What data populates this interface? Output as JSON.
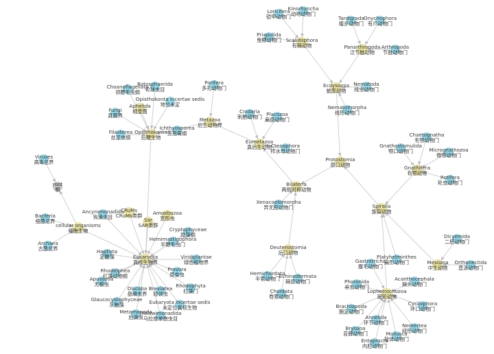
{
  "colors": {
    "leaf": "#8ed3e4",
    "group": "#e7df9b",
    "root": "#bdbdbd",
    "edge": "#cfcfcf",
    "text": "#333333"
  },
  "nodes": [
    {
      "id": "root",
      "en": "root",
      "zh": "根",
      "kind": "root"
    },
    {
      "id": "viruses",
      "en": "Viruses",
      "zh": "病毒总界",
      "kind": "leaf"
    },
    {
      "id": "cellular",
      "en": "cellular organisms",
      "zh": "细胞生物",
      "kind": "group"
    },
    {
      "id": "bacteria",
      "en": "Bacteria",
      "zh": "细菌总界",
      "kind": "leaf"
    },
    {
      "id": "archaea",
      "en": "Archaea",
      "zh": "古菌总界",
      "kind": "leaf"
    },
    {
      "id": "eukaryota",
      "en": "Eukaryota",
      "zh": "真核生物界",
      "kind": "group"
    },
    {
      "id": "haptista",
      "en": "Haptista",
      "zh": "定鞭藻",
      "kind": "leaf"
    },
    {
      "id": "apusozoa",
      "en": "Apusozoa",
      "zh": "无根虫",
      "kind": "leaf"
    },
    {
      "id": "glaucocystophyceae",
      "en": "Glaucocystophyceae",
      "zh": "灰胞藻",
      "kind": "leaf"
    },
    {
      "id": "metamonada",
      "en": "Metamonada",
      "zh": "后滴虫",
      "kind": "leaf"
    },
    {
      "id": "malawimonadida",
      "en": "Malawimonadida",
      "zh": "马拉维单胞虫目",
      "kind": "leaf"
    },
    {
      "id": "discoba",
      "en": "Discoba",
      "zh": "盘嵴虫界",
      "kind": "leaf"
    },
    {
      "id": "rhodelphea",
      "en": "Rhodelphea",
      "zh": "红藻动物纲",
      "kind": "leaf"
    },
    {
      "id": "breviatea",
      "en": "Breviatea",
      "zh": "短领虫",
      "kind": "leaf"
    },
    {
      "id": "eukincert",
      "en": "Eukaryota incertae sedis",
      "zh": "未定位真核生物",
      "kind": "leaf"
    },
    {
      "id": "rhodophyta",
      "en": "Rhodophyta",
      "zh": "红藻门",
      "kind": "leaf"
    },
    {
      "id": "provora",
      "en": "Provora",
      "zh": "原食虫",
      "kind": "leaf"
    },
    {
      "id": "viridiplantae",
      "en": "Viridiplantae",
      "zh": "绿色植物界",
      "kind": "leaf"
    },
    {
      "id": "hemimastigophora",
      "en": "Hemimastigophora",
      "zh": "半鞭毛虫门",
      "kind": "leaf"
    },
    {
      "id": "cryptophyceae",
      "en": "Cryptophyceae",
      "zh": "隐藻纲",
      "kind": "leaf"
    },
    {
      "id": "ancyromonadida",
      "en": "Ancyromonadida",
      "zh": "钩滴虫目",
      "kind": "leaf"
    },
    {
      "id": "crums",
      "en": "CRuMs",
      "zh": "CRuMs类群",
      "kind": "group"
    },
    {
      "id": "sar",
      "en": "Sar",
      "zh": "SAR类群",
      "kind": "group"
    },
    {
      "id": "amoebozoa",
      "en": "Amoebozoa",
      "zh": "变形虫",
      "kind": "group"
    },
    {
      "id": "opisthokonta",
      "en": "Opisthokonta",
      "zh": "后鞭生物",
      "kind": "group"
    },
    {
      "id": "filasterea",
      "en": "Filasterea",
      "zh": "丝足虫纲",
      "kind": "leaf"
    },
    {
      "id": "fungi",
      "en": "Fungi",
      "zh": "真菌界",
      "kind": "leaf"
    },
    {
      "id": "aphelida",
      "en": "Aphelida",
      "zh": "蛙壶菌",
      "kind": "group"
    },
    {
      "id": "choanoflagellata",
      "en": "Choanoflagellata",
      "zh": "领鞭毛虫纲",
      "kind": "leaf"
    },
    {
      "id": "rotosphaerida",
      "en": "Rotosphaerida",
      "zh": "轮球虫目",
      "kind": "leaf"
    },
    {
      "id": "opisincert",
      "en": "Opisthokonta incertae sedis",
      "zh": "地位未定",
      "kind": "leaf"
    },
    {
      "id": "ichthyosporea",
      "en": "Ichthyosporea",
      "zh": "鱼孢霉纲",
      "kind": "leaf"
    },
    {
      "id": "metazoa",
      "en": "Metazoa",
      "zh": "后生动物界",
      "kind": "group"
    },
    {
      "id": "porifera",
      "en": "Porifera",
      "zh": "多孔动物门",
      "kind": "leaf"
    },
    {
      "id": "eumetazoa",
      "en": "Eumetazoa",
      "zh": "真后生动物",
      "kind": "group"
    },
    {
      "id": "cnidaria",
      "en": "Cnidaria",
      "zh": "刺胞动物门",
      "kind": "leaf"
    },
    {
      "id": "placozoa",
      "en": "Placozoa",
      "zh": "扁盘动物门",
      "kind": "leaf"
    },
    {
      "id": "ctenophora",
      "en": "Ctenophora",
      "zh": "栉水母动物门",
      "kind": "leaf"
    },
    {
      "id": "bilateria",
      "en": "Bilateria",
      "zh": "两侧对称动物",
      "kind": "group"
    },
    {
      "id": "xenacoelomorpha",
      "en": "Xenacoelomorpha",
      "zh": "异无腔动物门",
      "kind": "leaf"
    },
    {
      "id": "deuterostomia",
      "en": "Deuterostomia",
      "zh": "后口动物",
      "kind": "group"
    },
    {
      "id": "hemichordata",
      "en": "Hemichordata",
      "zh": "半索动物门",
      "kind": "leaf"
    },
    {
      "id": "echinodermata",
      "en": "Echinodermata",
      "zh": "棘皮动物门",
      "kind": "leaf"
    },
    {
      "id": "chordata",
      "en": "Chordata",
      "zh": "脊索动物门",
      "kind": "leaf"
    },
    {
      "id": "protostomia",
      "en": "Protostomia",
      "zh": "原口动物",
      "kind": "group"
    },
    {
      "id": "ecdysozoa",
      "en": "Ecdysozoa",
      "zh": "蜕皮动物",
      "kind": "group"
    },
    {
      "id": "nematomorpha",
      "en": "Nematomorpha",
      "zh": "线形动物门",
      "kind": "leaf"
    },
    {
      "id": "nematoda",
      "en": "Nematoda",
      "zh": "线虫动物门",
      "kind": "leaf"
    },
    {
      "id": "scalidophora",
      "en": "Scalidophora",
      "zh": "有棘动物",
      "kind": "group"
    },
    {
      "id": "loricifera",
      "en": "Loricifera",
      "zh": "铠甲动物门",
      "kind": "leaf"
    },
    {
      "id": "kinorhyncha",
      "en": "Kinorhyncha",
      "zh": "动吻动物门",
      "kind": "leaf"
    },
    {
      "id": "priapulida",
      "en": "Priapulida",
      "zh": "曳鳃动物门",
      "kind": "leaf"
    },
    {
      "id": "panarthropoda",
      "en": "Panarthropoda",
      "zh": "泛节肢动物",
      "kind": "group"
    },
    {
      "id": "tardigrada",
      "en": "Tardigrada",
      "zh": "缓步动物门",
      "kind": "leaf"
    },
    {
      "id": "onychophora",
      "en": "Onychophora",
      "zh": "有爪动物门",
      "kind": "leaf"
    },
    {
      "id": "arthropoda",
      "en": "Arthropoda",
      "zh": "节肢动物门",
      "kind": "leaf"
    },
    {
      "id": "spiralia",
      "en": "Spiralia",
      "zh": "旋裂动物",
      "kind": "group"
    },
    {
      "id": "gnathifera",
      "en": "Gnathifera",
      "zh": "有颚动物",
      "kind": "group"
    },
    {
      "id": "gnathostomulida",
      "en": "Gnathostomulida",
      "zh": "颚口动物门",
      "kind": "leaf"
    },
    {
      "id": "chaetognatha",
      "en": "Chaetognatha",
      "zh": "毛颚动物门",
      "kind": "leaf"
    },
    {
      "id": "micrognathozoa",
      "en": "Micrognathozoa",
      "zh": "微颚动物门",
      "kind": "leaf"
    },
    {
      "id": "rotifera",
      "en": "Rotifera",
      "zh": "轮虫动物门",
      "kind": "leaf"
    },
    {
      "id": "mesozoa",
      "en": "Mesozoa",
      "zh": "中生动物",
      "kind": "group"
    },
    {
      "id": "dicyemida",
      "en": "Dicyemida",
      "zh": "二胚动物门",
      "kind": "leaf"
    },
    {
      "id": "orthonectida",
      "en": "Orthonectida",
      "zh": "直泳动物门",
      "kind": "leaf"
    },
    {
      "id": "platyhelminthes",
      "en": "Platyhelminthes",
      "zh": "扁形动物门",
      "kind": "leaf"
    },
    {
      "id": "gastrotricha",
      "en": "Gastrotricha",
      "zh": "腹毛动物门",
      "kind": "leaf"
    },
    {
      "id": "phoronida",
      "en": "Phoronida",
      "zh": "帚虫动物门",
      "kind": "leaf"
    },
    {
      "id": "lophotrochozoa",
      "en": "Lophotrochozoa",
      "zh": "冠轮动物",
      "kind": "group"
    },
    {
      "id": "acanthocephala",
      "en": "Acanthocephala",
      "zh": "棘头动物门",
      "kind": "leaf"
    },
    {
      "id": "brachiopoda",
      "en": "Brachiopoda",
      "zh": "腕足动物门",
      "kind": "leaf"
    },
    {
      "id": "cycliophora",
      "en": "Cycliophora",
      "zh": "环口动物门",
      "kind": "leaf"
    },
    {
      "id": "annelida",
      "en": "Annelida",
      "zh": "环节动物门",
      "kind": "leaf"
    },
    {
      "id": "nemertea",
      "en": "Nemertea",
      "zh": "纽形动物门",
      "kind": "leaf"
    },
    {
      "id": "bryozoa",
      "en": "Bryozoa",
      "zh": "苔藓动物门",
      "kind": "leaf"
    },
    {
      "id": "mollusca",
      "en": "Mollusca",
      "zh": "软体动物门",
      "kind": "leaf"
    },
    {
      "id": "entoprocta",
      "en": "Entoprocta",
      "zh": "内肛动物门",
      "kind": "leaf"
    }
  ],
  "edges": [
    [
      "root",
      "viruses"
    ],
    [
      "root",
      "cellular"
    ],
    [
      "cellular",
      "bacteria"
    ],
    [
      "cellular",
      "archaea"
    ],
    [
      "cellular",
      "eukaryota"
    ],
    [
      "eukaryota",
      "haptista"
    ],
    [
      "eukaryota",
      "apusozoa"
    ],
    [
      "eukaryota",
      "glaucocystophyceae"
    ],
    [
      "eukaryota",
      "metamonada"
    ],
    [
      "eukaryota",
      "malawimonadida"
    ],
    [
      "eukaryota",
      "discoba"
    ],
    [
      "eukaryota",
      "rhodelphea"
    ],
    [
      "eukaryota",
      "breviatea"
    ],
    [
      "eukaryota",
      "eukincert"
    ],
    [
      "eukaryota",
      "rhodophyta"
    ],
    [
      "eukaryota",
      "provora"
    ],
    [
      "eukaryota",
      "viridiplantae"
    ],
    [
      "eukaryota",
      "hemimastigophora"
    ],
    [
      "eukaryota",
      "cryptophyceae"
    ],
    [
      "eukaryota",
      "ancyromonadida"
    ],
    [
      "eukaryota",
      "crums"
    ],
    [
      "eukaryota",
      "sar"
    ],
    [
      "eukaryota",
      "amoebozoa"
    ],
    [
      "eukaryota",
      "opisthokonta"
    ],
    [
      "opisthokonta",
      "filasterea"
    ],
    [
      "opisthokonta",
      "fungi"
    ],
    [
      "opisthokonta",
      "aphelida"
    ],
    [
      "opisthokonta",
      "choanoflagellata"
    ],
    [
      "opisthokonta",
      "rotosphaerida"
    ],
    [
      "opisthokonta",
      "opisincert"
    ],
    [
      "opisthokonta",
      "ichthyosporea"
    ],
    [
      "opisthokonta",
      "metazoa"
    ],
    [
      "metazoa",
      "porifera"
    ],
    [
      "metazoa",
      "eumetazoa"
    ],
    [
      "eumetazoa",
      "cnidaria"
    ],
    [
      "eumetazoa",
      "placozoa"
    ],
    [
      "eumetazoa",
      "ctenophora"
    ],
    [
      "eumetazoa",
      "bilateria"
    ],
    [
      "bilateria",
      "xenacoelomorpha"
    ],
    [
      "bilateria",
      "deuterostomia"
    ],
    [
      "bilateria",
      "protostomia"
    ],
    [
      "deuterostomia",
      "hemichordata"
    ],
    [
      "deuterostomia",
      "echinodermata"
    ],
    [
      "deuterostomia",
      "chordata"
    ],
    [
      "protostomia",
      "ecdysozoa"
    ],
    [
      "protostomia",
      "spiralia"
    ],
    [
      "ecdysozoa",
      "nematomorpha"
    ],
    [
      "ecdysozoa",
      "nematoda"
    ],
    [
      "ecdysozoa",
      "scalidophora"
    ],
    [
      "ecdysozoa",
      "panarthropoda"
    ],
    [
      "scalidophora",
      "loricifera"
    ],
    [
      "scalidophora",
      "kinorhyncha"
    ],
    [
      "scalidophora",
      "priapulida"
    ],
    [
      "panarthropoda",
      "tardigrada"
    ],
    [
      "panarthropoda",
      "onychophora"
    ],
    [
      "panarthropoda",
      "arthropoda"
    ],
    [
      "spiralia",
      "gnathifera"
    ],
    [
      "spiralia",
      "mesozoa"
    ],
    [
      "spiralia",
      "lophotrochozoa"
    ],
    [
      "spiralia",
      "platyhelminthes"
    ],
    [
      "gnathifera",
      "gnathostomulida"
    ],
    [
      "gnathifera",
      "chaetognatha"
    ],
    [
      "gnathifera",
      "micrognathozoa"
    ],
    [
      "gnathifera",
      "rotifera"
    ],
    [
      "mesozoa",
      "dicyemida"
    ],
    [
      "mesozoa",
      "orthonectida"
    ],
    [
      "lophotrochozoa",
      "gastrotricha"
    ],
    [
      "lophotrochozoa",
      "phoronida"
    ],
    [
      "lophotrochozoa",
      "acanthocephala"
    ],
    [
      "lophotrochozoa",
      "brachiopoda"
    ],
    [
      "lophotrochozoa",
      "cycliophora"
    ],
    [
      "lophotrochozoa",
      "annelida"
    ],
    [
      "lophotrochozoa",
      "nemertea"
    ],
    [
      "lophotrochozoa",
      "bryozoa"
    ],
    [
      "lophotrochozoa",
      "mollusca"
    ],
    [
      "lophotrochozoa",
      "entoprocta"
    ]
  ]
}
